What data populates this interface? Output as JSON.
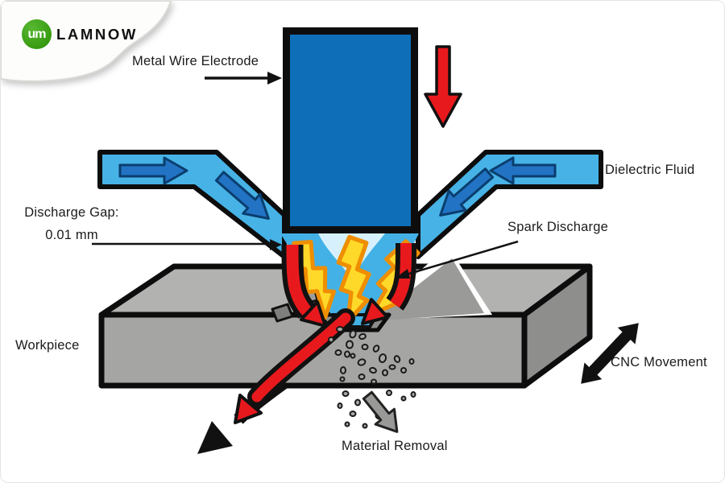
{
  "logo": {
    "monogram": "um",
    "name": "LAMNOW"
  },
  "labels": {
    "electrode": "Metal Wire Electrode",
    "dielectric_fluid": "Dielectric Fluid",
    "discharge_gap_line1": "Discharge Gap:",
    "discharge_gap_line2": "0.01 mm",
    "spark_discharge": "Spark Discharge",
    "workpiece": "Workpiece",
    "cnc_movement": "CNC Movement",
    "material_removal": "Material Removal"
  },
  "colors": {
    "electrode_blue": "#0e6fb8",
    "fluid_blue": "#47b2e6",
    "flow_arrow_blue": "#2273c4",
    "spark_yellow": "#ffd92a",
    "spark_orange": "#ef8e00",
    "arrow_red": "#e8191d",
    "workpiece_top_gray": "#b2b2b0",
    "workpiece_front_gray": "#a5a5a3",
    "workpiece_side_gray": "#8e8e8c",
    "brand_green": "#3fa21c"
  },
  "particles": [
    [
      421,
      408,
      4,
      3,
      0
    ],
    [
      437,
      414,
      3.5,
      4.5,
      20
    ],
    [
      449,
      417,
      4,
      3,
      -15
    ],
    [
      410,
      421,
      3,
      3,
      0
    ],
    [
      433,
      427,
      4,
      4.5,
      0
    ],
    [
      452,
      430,
      3.5,
      3,
      0
    ],
    [
      466,
      432,
      3,
      4,
      30
    ],
    [
      419,
      437,
      3.5,
      3,
      0
    ],
    [
      430,
      439,
      3,
      3.5,
      0
    ],
    [
      474,
      444,
      4,
      5,
      15
    ],
    [
      448,
      449,
      4.5,
      3.5,
      -20
    ],
    [
      437,
      441,
      2.5,
      2.5,
      0
    ],
    [
      425,
      459,
      3,
      4,
      0
    ],
    [
      448,
      467,
      3.5,
      3,
      0
    ],
    [
      462,
      459,
      4,
      3,
      20
    ],
    [
      477,
      462,
      3,
      3.5,
      0
    ],
    [
      492,
      445,
      3,
      4,
      -25
    ],
    [
      486,
      455,
      3.5,
      2.5,
      0
    ],
    [
      500,
      459,
      3,
      3,
      0
    ],
    [
      510,
      448,
      2.5,
      3,
      0
    ],
    [
      424,
      470,
      2.5,
      2.5,
      0
    ],
    [
      463,
      473,
      3,
      2.5,
      0
    ],
    [
      428,
      488,
      3.5,
      3,
      0
    ],
    [
      443,
      499,
      3,
      3.5,
      0
    ],
    [
      421,
      503,
      2.5,
      3,
      0
    ],
    [
      462,
      492,
      3.5,
      2.5,
      15
    ],
    [
      482,
      487,
      3,
      3,
      0
    ],
    [
      500,
      494,
      2.5,
      2.5,
      0
    ],
    [
      512,
      489,
      2.5,
      3,
      0
    ],
    [
      437,
      513,
      3.5,
      3,
      0
    ],
    [
      452,
      528,
      2.5,
      2.5,
      0
    ],
    [
      487,
      511,
      2.5,
      2.5,
      0
    ],
    [
      469,
      516,
      4,
      3,
      35
    ],
    [
      430,
      526,
      2.5,
      2.5,
      0
    ]
  ]
}
